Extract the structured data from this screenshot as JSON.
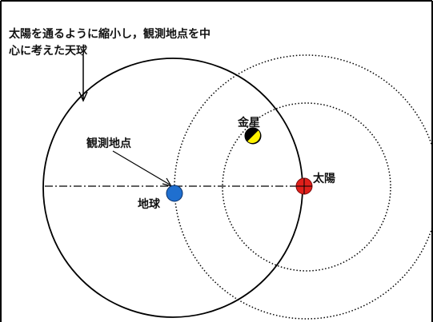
{
  "caption": {
    "line1": "太陽を通るように縮小し，観測地点を中",
    "line2": "心に考えた天球"
  },
  "labels": {
    "observation_point": "観測地点",
    "venus": "金星",
    "sun": "太陽",
    "earth": "地球"
  },
  "colors": {
    "border": "#000000",
    "stroke": "#000000",
    "earth": "#1f6fcf",
    "sun": "#e0201b",
    "venus_lit": "#fff200",
    "venus_dark": "#000000"
  }
}
